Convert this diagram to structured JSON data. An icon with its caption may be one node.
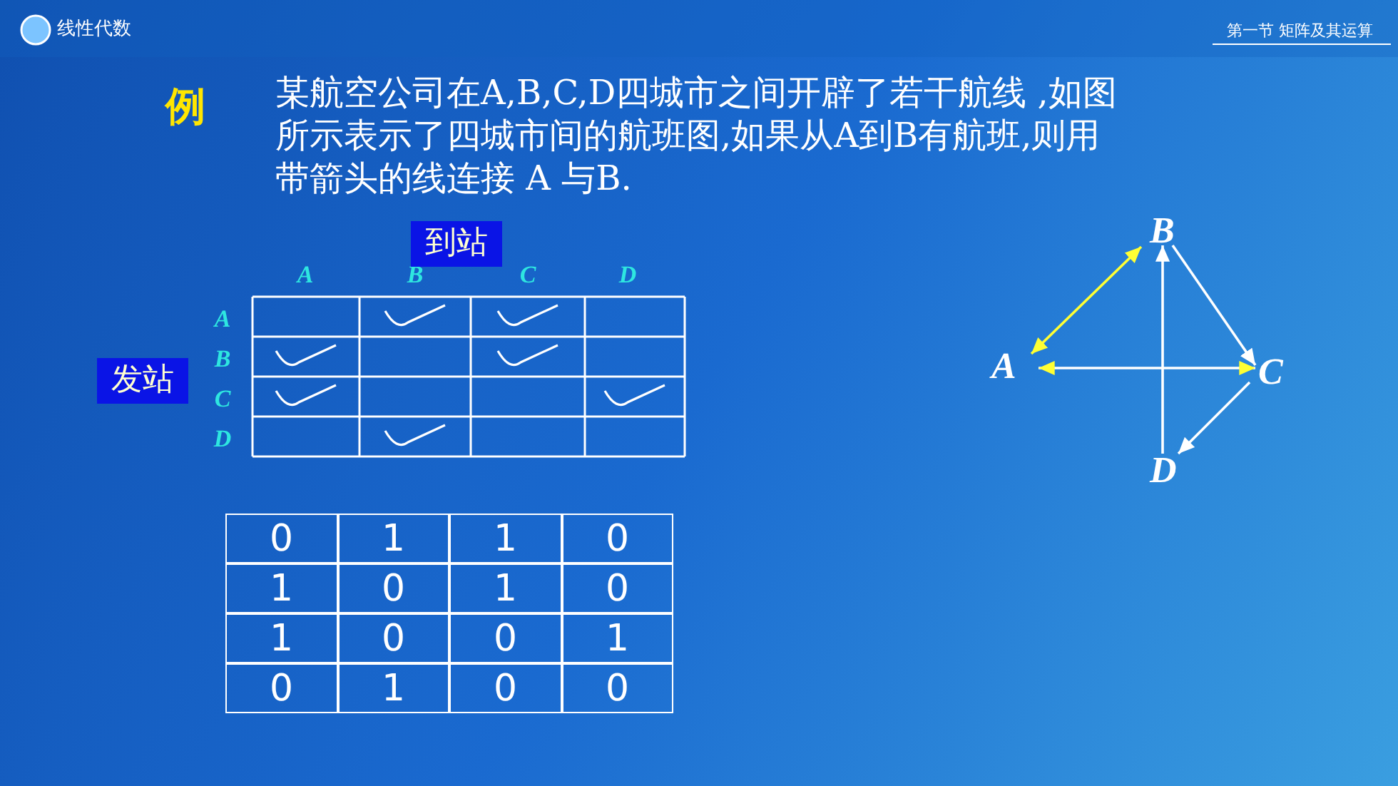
{
  "diagram": {
    "nodes": [
      {
        "text": [
          "到站"
        ]
      },
      {
        "text": [
          "发站"
        ]
      },
      {
        "text": [
          "B"
        ]
      },
      {
        "text": [
          "A"
        ]
      },
      {
        "text": [
          "C"
        ]
      },
      {
        "text": [
          "D"
        ]
      }
    ],
    "edges": [
      {
        "from": 3,
        "to": 2,
        "arrow": "both",
        "color": "#ffff33"
      },
      {
        "from": 3,
        "to": 4,
        "arrow": "both"
      },
      {
        "from": 5,
        "to": 2,
        "arrow": "to"
      },
      {
        "from": 2,
        "to": 4,
        "arrow": "to"
      },
      {
        "from": 4,
        "to": 5,
        "arrow": "to"
      }
    ],
    "labels": [
      "线性代数",
      "第一节 矩阵及其运算",
      "例",
      "某航空公司在A,B,C,D四城市之间开辟了若干航线 ,如图所示表示了四城市间的航班图,如果从A到B有航班,则用带箭头的线连接 A 与B.",
      "A",
      "B",
      "C",
      "D",
      "A",
      "B",
      "C",
      "D",
      "0",
      "1",
      "1",
      "0",
      "1",
      "0",
      "1",
      "0",
      "1",
      "0",
      "0",
      "1",
      "0",
      "1",
      "0",
      "0"
    ]
  }
}
